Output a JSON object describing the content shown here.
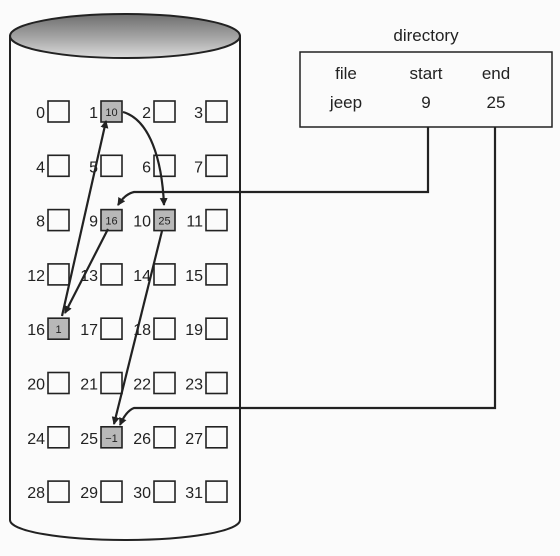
{
  "directory": {
    "title": "directory",
    "headers": [
      "file",
      "start",
      "end"
    ],
    "rows": [
      [
        "jeep",
        "9",
        "25"
      ]
    ]
  },
  "disk": {
    "grid_columns": 4,
    "blocks": [
      {
        "num": "0",
        "value": ""
      },
      {
        "num": "1",
        "value": "10"
      },
      {
        "num": "2",
        "value": ""
      },
      {
        "num": "3",
        "value": ""
      },
      {
        "num": "4",
        "value": ""
      },
      {
        "num": "5",
        "value": ""
      },
      {
        "num": "6",
        "value": ""
      },
      {
        "num": "7",
        "value": ""
      },
      {
        "num": "8",
        "value": ""
      },
      {
        "num": "9",
        "value": "16"
      },
      {
        "num": "10",
        "value": "25"
      },
      {
        "num": "11",
        "value": ""
      },
      {
        "num": "12",
        "value": ""
      },
      {
        "num": "13",
        "value": ""
      },
      {
        "num": "14",
        "value": ""
      },
      {
        "num": "15",
        "value": ""
      },
      {
        "num": "16",
        "value": "1"
      },
      {
        "num": "17",
        "value": ""
      },
      {
        "num": "18",
        "value": ""
      },
      {
        "num": "19",
        "value": ""
      },
      {
        "num": "20",
        "value": ""
      },
      {
        "num": "21",
        "value": ""
      },
      {
        "num": "22",
        "value": ""
      },
      {
        "num": "23",
        "value": ""
      },
      {
        "num": "24",
        "value": ""
      },
      {
        "num": "25",
        "value": "−1"
      },
      {
        "num": "26",
        "value": ""
      },
      {
        "num": "27",
        "value": ""
      },
      {
        "num": "28",
        "value": ""
      },
      {
        "num": "29",
        "value": ""
      },
      {
        "num": "30",
        "value": ""
      },
      {
        "num": "31",
        "value": ""
      }
    ]
  },
  "colors": {
    "used_block_fill": "#b8b8b8",
    "empty_block_fill": "#fbfbfb",
    "stroke": "#222222",
    "disk_top": "#9a9a9a"
  }
}
